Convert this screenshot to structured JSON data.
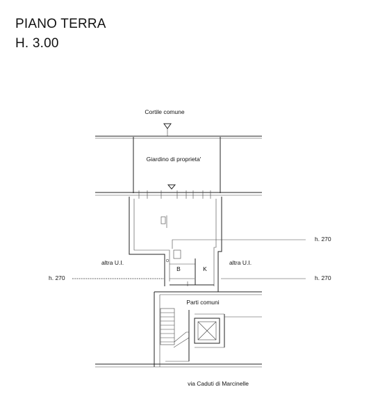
{
  "header": {
    "floor_title": "PIANO TERRA",
    "height": "H. 3.00"
  },
  "plan": {
    "courtyard": "Cortile comune",
    "garden": "Giardino di proprieta'",
    "other_unit_left": "altra U.I.",
    "other_unit_right": "altra U.I.",
    "room_b": "B",
    "room_k": "K",
    "common_parts": "Parti comuni",
    "street": "via Caduti di Marcinelle",
    "height_right_top": "h. 270",
    "height_left": "h. 270",
    "height_right": "h. 270"
  }
}
